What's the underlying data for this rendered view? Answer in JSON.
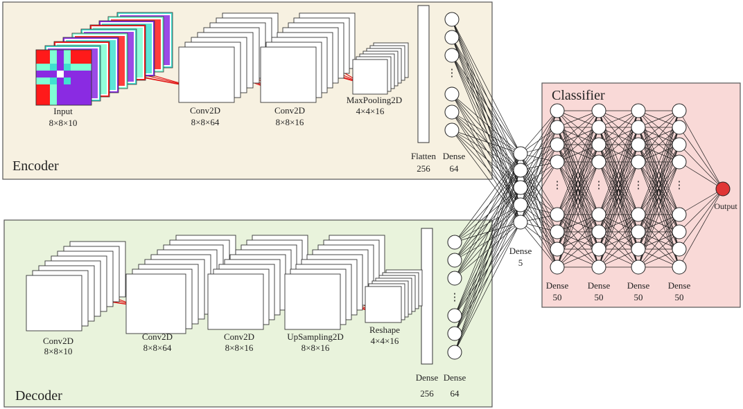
{
  "colors": {
    "encoder_panel": "#f7f1e1",
    "decoder_panel": "#e9f3dc",
    "classifier_panel": "#f9d9d7",
    "panel_border": "#555555",
    "kernel_red": "#e01010",
    "kernel_fill": "#f3a6a6",
    "output_node": "#e03535",
    "heatmap_palette": [
      "#ff1a1a",
      "#8a2be2",
      "#7fffd4",
      "#40e0d0",
      "#ffffff"
    ]
  },
  "encoder": {
    "title": "Encoder",
    "input": {
      "name": "Input",
      "shape": "8×8×10"
    },
    "conv1": {
      "name": "Conv2D",
      "shape": "8×8×64"
    },
    "conv2": {
      "name": "Conv2D",
      "shape": "8×8×16"
    },
    "pool": {
      "name": "MaxPooling2D",
      "shape": "4×4×16"
    },
    "flatten": {
      "name": "Flatten",
      "size": "256"
    },
    "dense": {
      "name": "Dense",
      "size": "64"
    }
  },
  "decoder": {
    "title": "Decoder",
    "conv_out": {
      "name": "Conv2D",
      "shape": "8×8×10"
    },
    "conv1": {
      "name": "Conv2D",
      "shape": "8×8×64"
    },
    "conv2": {
      "name": "Conv2D",
      "shape": "8×8×16"
    },
    "upsample": {
      "name": "UpSampling2D",
      "shape": "8×8×16"
    },
    "reshape": {
      "name": "Reshape",
      "shape": "4×4×16"
    },
    "dense256": {
      "name": "Dense",
      "size": "256"
    },
    "dense64": {
      "name": "Dense",
      "size": "64"
    }
  },
  "latent": {
    "name": "Dense",
    "size": "5"
  },
  "classifier": {
    "title": "Classifier",
    "layers": [
      {
        "name": "Dense",
        "size": "50"
      },
      {
        "name": "Dense",
        "size": "50"
      },
      {
        "name": "Dense",
        "size": "50"
      },
      {
        "name": "Dense",
        "size": "50"
      }
    ],
    "output": "Output"
  },
  "ellipsis": "⋮"
}
